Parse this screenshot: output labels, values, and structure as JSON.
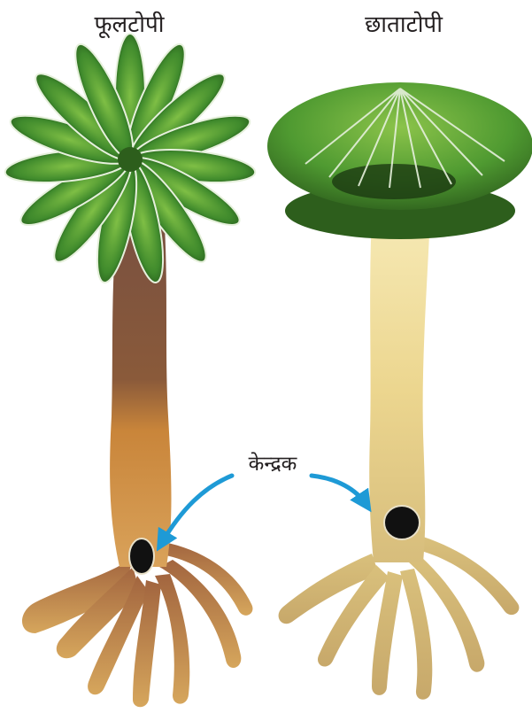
{
  "species_left": {
    "name": "फूलटोपी"
  },
  "species_right": {
    "name": "छाताटोपी"
  },
  "label": {
    "nucleus": "केन्द्रक"
  },
  "colors": {
    "cap_green": "#3f8a2c",
    "cap_dark": "#1e4d16",
    "cap_light": "#8bc34a",
    "stalk_brown": "#8a5a3a",
    "stalk_orange": "#c9853a",
    "stalk_tan": "#e8d28f",
    "stalk_cream": "#f3e4a8",
    "nucleus": "#111111",
    "arrow": "#1e9ad6",
    "text": "#231f20"
  },
  "icons": [
    "arrow-icon"
  ]
}
